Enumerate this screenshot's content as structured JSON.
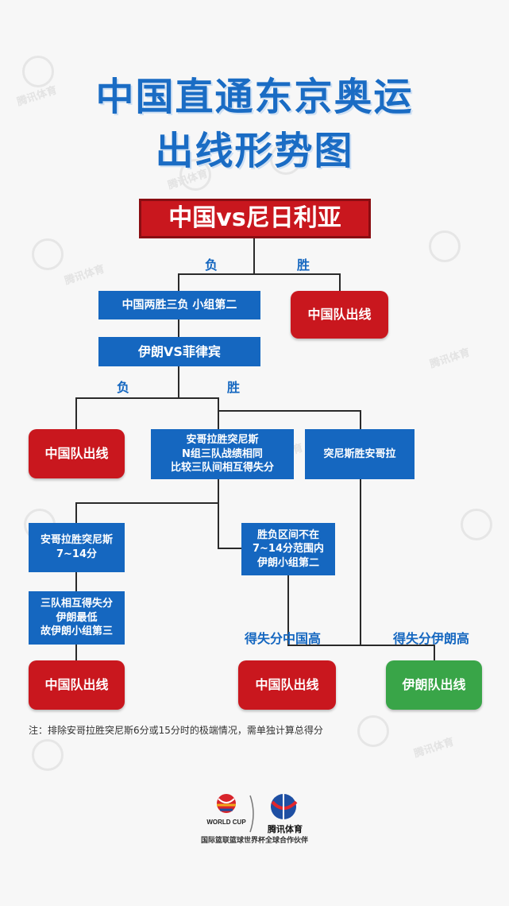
{
  "title": {
    "line1": "中国直通东京奥运",
    "line2": "出线形势图"
  },
  "nodes": {
    "root": "中国vs尼日利亚",
    "china_two_win": "中国两胜三负 小组第二",
    "china_qualify_top": "中国队出线",
    "iran_vs_phil": "伊朗VS菲律宾",
    "china_qualify_left": "中国队出线",
    "angola_beats_tunisia_tie": "安哥拉胜突尼斯\nN组三队战绩相同\n比较三队间相互得失分",
    "tunisia_beats_angola": "突尼斯胜安哥拉",
    "angola_7_14": "安哥拉胜突尼斯\n7~14分",
    "margin_not_in_range": "胜负区间不在\n7~14分范围内\n伊朗小组第二",
    "three_teams_lowest": "三队相互得失分\n伊朗最低\n故伊朗小组第三",
    "china_qualify_bottom_left": "中国队出线",
    "china_qualify_bottom_mid": "中国队出线",
    "iran_qualify": "伊朗队出线"
  },
  "labels": {
    "lose1": "负",
    "win1": "胜",
    "lose2": "负",
    "win2": "胜",
    "china_higher": "得失分中国高",
    "iran_higher": "得失分伊朗高"
  },
  "note": "注：排除安哥拉胜突尼斯6分或15分时的极端情况，需单独计算总得分",
  "logos": {
    "worldcup": "WORLD CUP",
    "tencent": "腾讯体育"
  },
  "footer": "国际篮联篮球世界杯全球合作伙伴",
  "watermark": "腾讯体育",
  "colors": {
    "title_blue": "#1a6cc4",
    "box_blue": "#1567c0",
    "box_red": "#c9171e",
    "box_green": "#39a548"
  }
}
